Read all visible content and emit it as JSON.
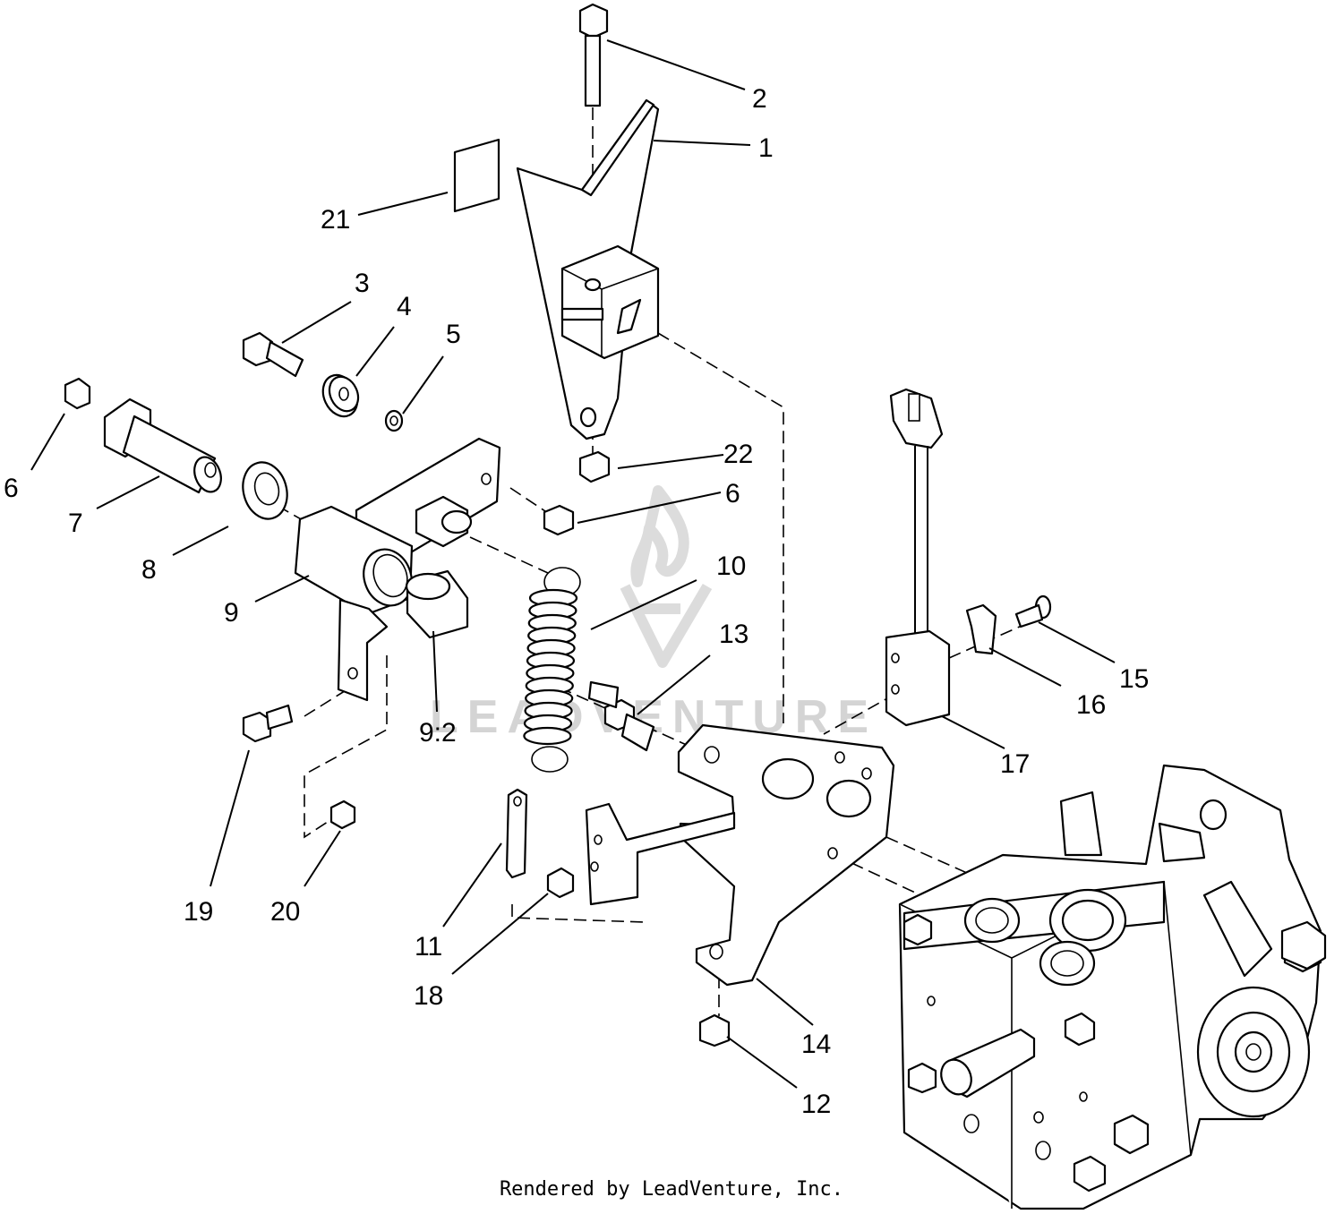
{
  "callouts": [
    {
      "id": "c1",
      "label": "1"
    },
    {
      "id": "c2",
      "label": "2"
    },
    {
      "id": "c3",
      "label": "3"
    },
    {
      "id": "c4",
      "label": "4"
    },
    {
      "id": "c5",
      "label": "5"
    },
    {
      "id": "c6a",
      "label": "6"
    },
    {
      "id": "c6b",
      "label": "6"
    },
    {
      "id": "c7",
      "label": "7"
    },
    {
      "id": "c8",
      "label": "8"
    },
    {
      "id": "c9",
      "label": "9"
    },
    {
      "id": "c92",
      "label": "9:2"
    },
    {
      "id": "c10",
      "label": "10"
    },
    {
      "id": "c11",
      "label": "11"
    },
    {
      "id": "c12",
      "label": "12"
    },
    {
      "id": "c13",
      "label": "13"
    },
    {
      "id": "c14",
      "label": "14"
    },
    {
      "id": "c15",
      "label": "15"
    },
    {
      "id": "c16",
      "label": "16"
    },
    {
      "id": "c17",
      "label": "17"
    },
    {
      "id": "c18",
      "label": "18"
    },
    {
      "id": "c19",
      "label": "19"
    },
    {
      "id": "c20",
      "label": "20"
    },
    {
      "id": "c21",
      "label": "21"
    },
    {
      "id": "c22",
      "label": "22"
    }
  ],
  "watermark": "LEADVENTURE",
  "footer": "Rendered by LeadVenture, Inc."
}
